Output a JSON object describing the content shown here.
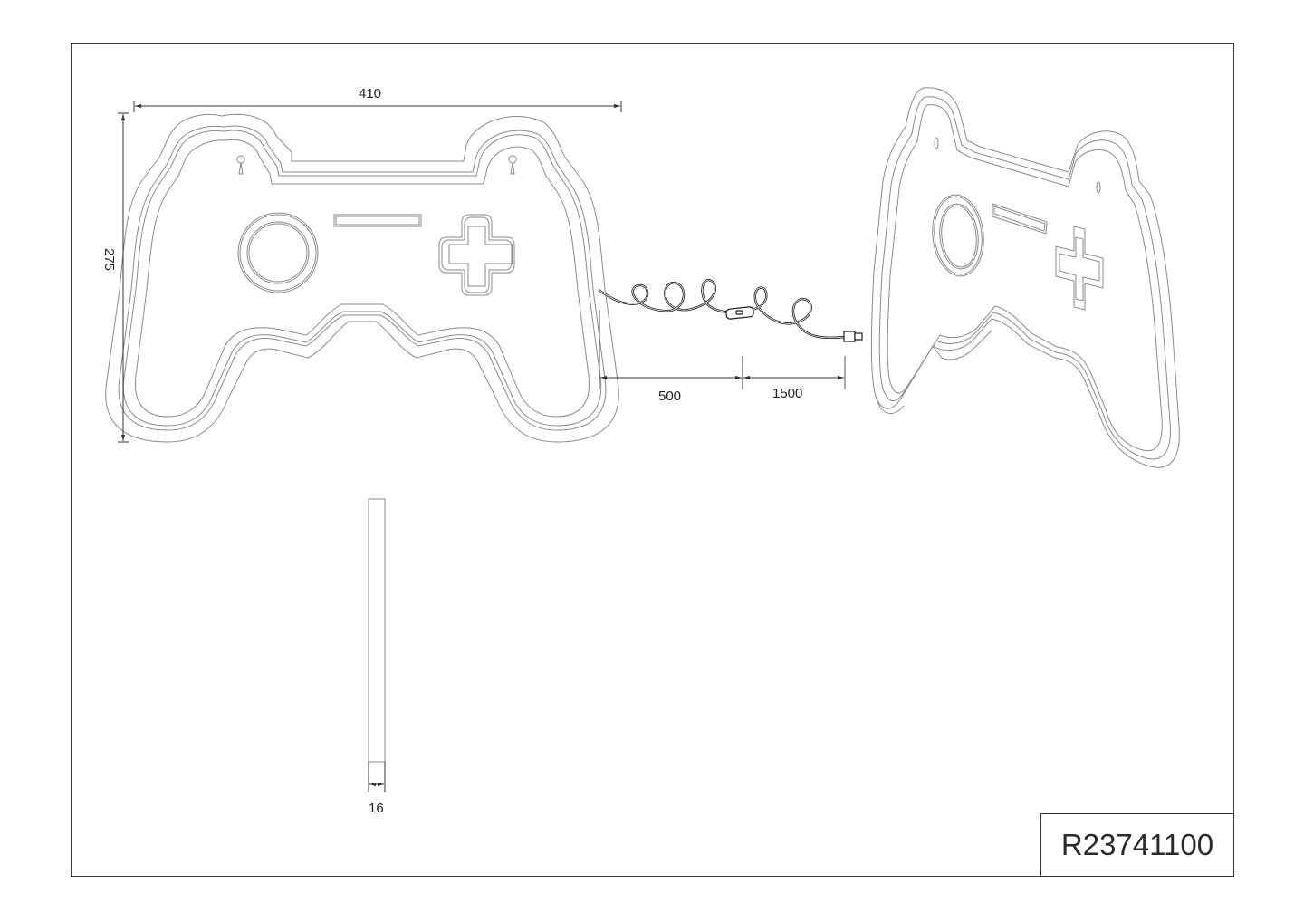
{
  "drawing": {
    "product_code": "R23741100",
    "subject": "Gamepad-shaped LED neon wall sign",
    "dimensions": {
      "width": "410",
      "height": "275",
      "depth": "16",
      "cable_to_switch": "500",
      "switch_to_plug": "1500"
    },
    "views": {
      "front": "front-view",
      "perspective": "perspective-view",
      "side": "side-view"
    },
    "colors": {
      "outline": "#8a8a8a",
      "dimension_line": "#333333",
      "cable": "#1a1a1a",
      "frame": "#3a3a3a"
    }
  }
}
